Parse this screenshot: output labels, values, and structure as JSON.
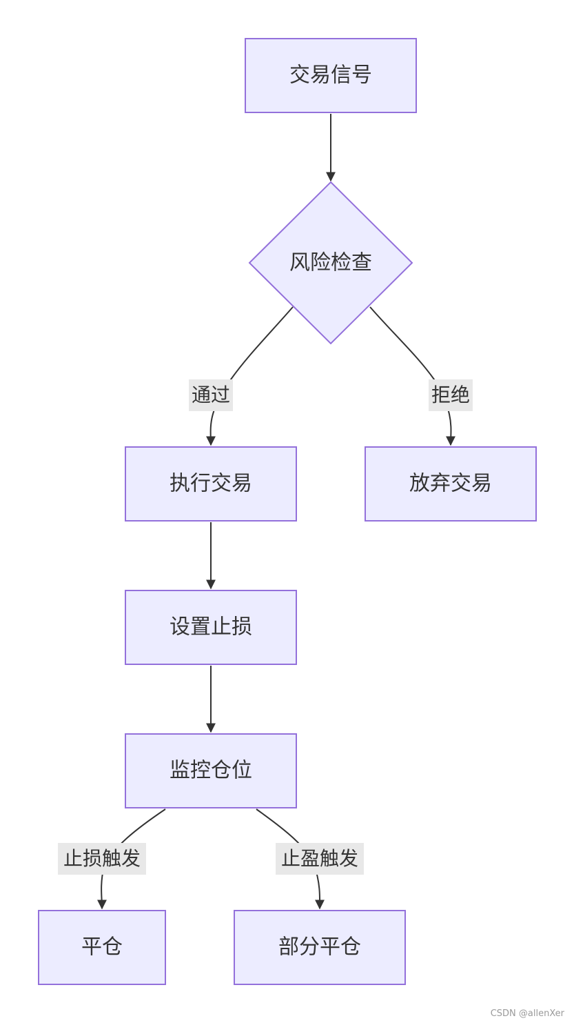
{
  "nodes": {
    "signal": "交易信号",
    "risk_check": "风险检查",
    "execute": "执行交易",
    "abandon": "放弃交易",
    "set_stop": "设置止损",
    "monitor": "监控仓位",
    "close": "平仓",
    "partial_close": "部分平仓"
  },
  "edge_labels": {
    "pass": "通过",
    "reject": "拒绝",
    "stop_loss_triggered": "止损触发",
    "take_profit_triggered": "止盈触发"
  },
  "colors": {
    "node_fill": "#ECECFF",
    "node_stroke": "#9370DB",
    "edge": "#333333",
    "label_bg": "#e8e8e8"
  },
  "watermark": "CSDN @allenXer"
}
